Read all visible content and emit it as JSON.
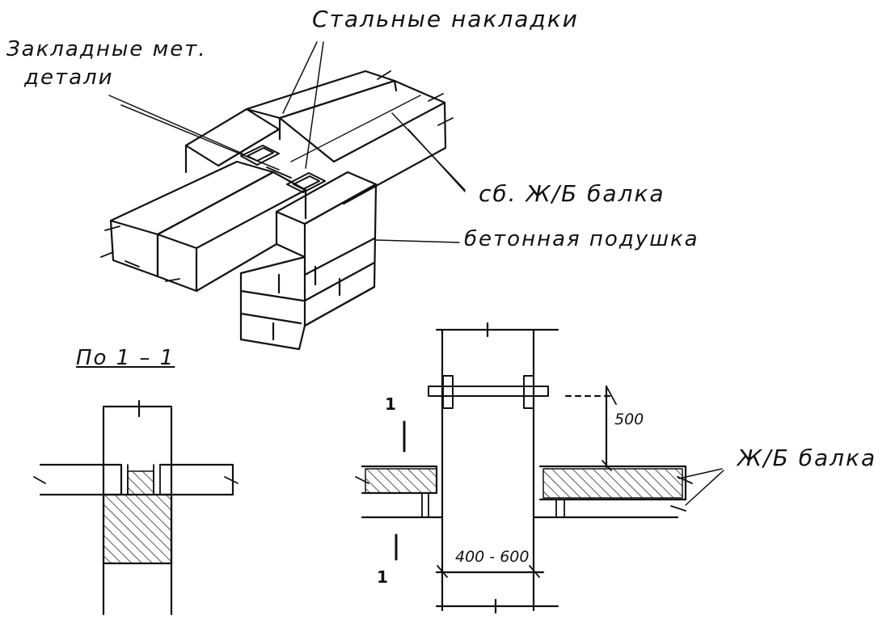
{
  "labels": {
    "steel_plates": "Стальные накладки",
    "embedded_parts_line1": "Закладные мет.",
    "embedded_parts_line2": "детали",
    "precast_beam": "сб. Ж/Б балка",
    "concrete_pad": "бетонная подушка",
    "section_title": "По 1 – 1",
    "rc_beam": "Ж/Б балка",
    "dim_height": "500",
    "dim_width": "400 - 600",
    "section_mark_top": "1",
    "section_mark_bottom": "1"
  },
  "colors": {
    "ink": "#111111",
    "paper": "#ffffff"
  }
}
